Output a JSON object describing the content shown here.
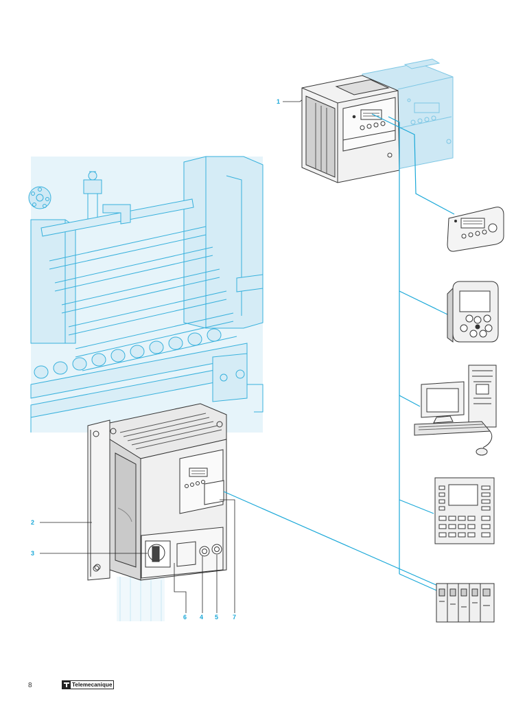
{
  "page": {
    "number": "8"
  },
  "brand": {
    "name": "Telemecanique"
  },
  "callouts": [
    "1",
    "2",
    "3",
    "4",
    "5",
    "6",
    "7"
  ],
  "colors": {
    "accent": "#1aa8d8",
    "line_art": "#1aa8d8",
    "device_outline": "#333333"
  }
}
